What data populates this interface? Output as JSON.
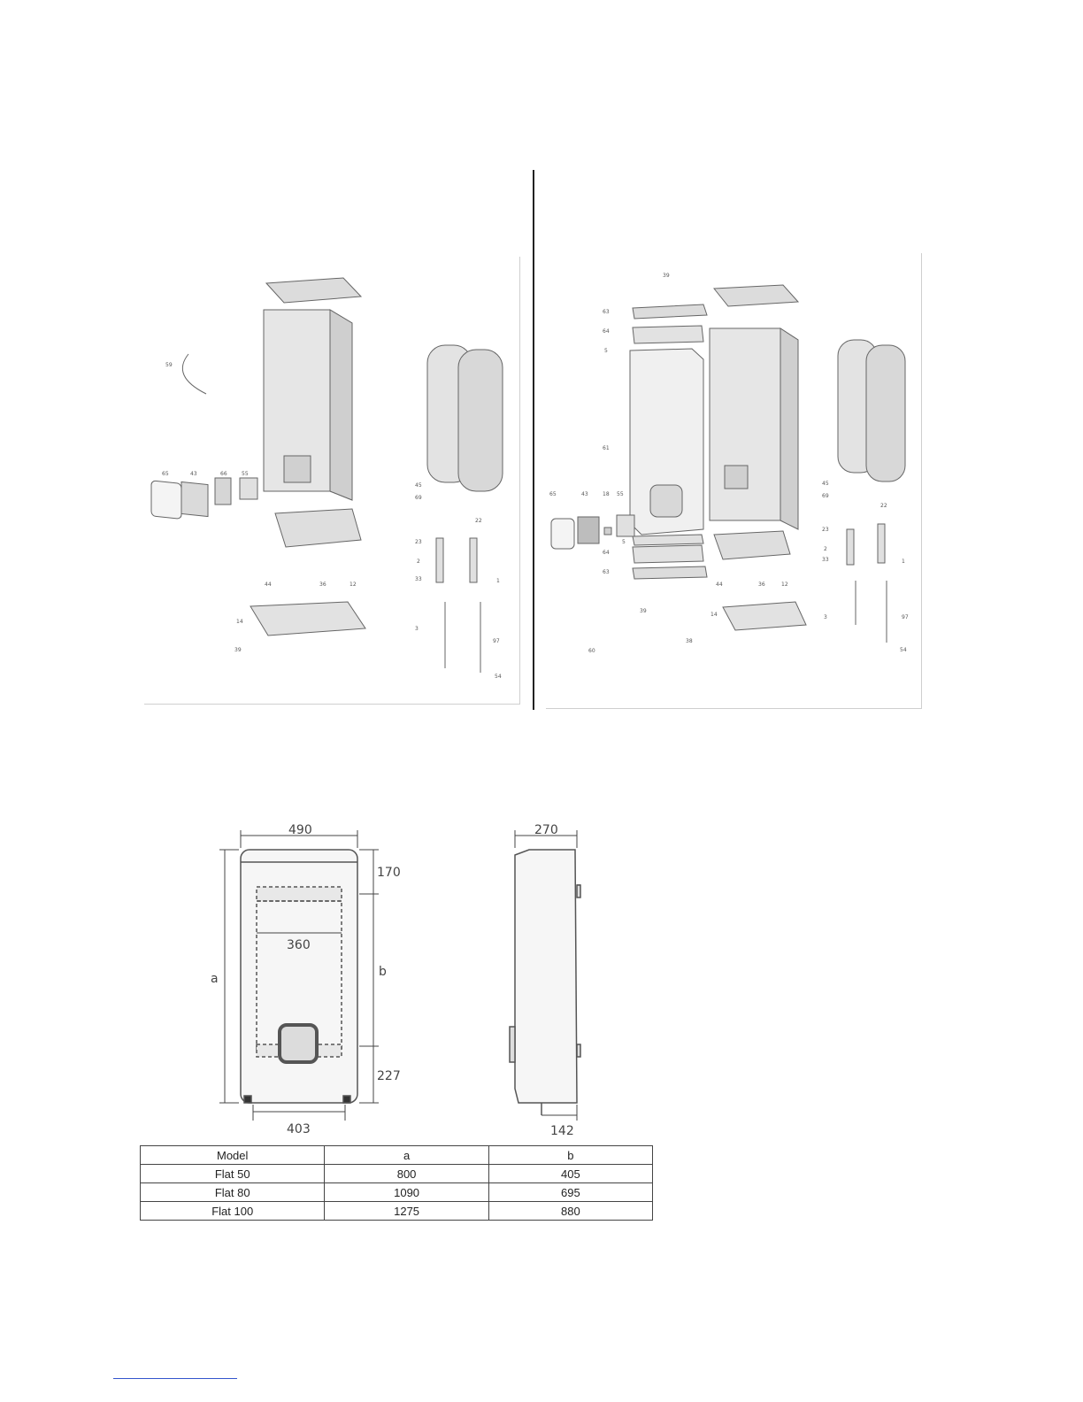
{
  "diagram_left": {
    "callouts": [
      "59",
      "65",
      "43",
      "66",
      "55",
      "45",
      "69",
      "22",
      "23",
      "2",
      "33",
      "1",
      "44",
      "36",
      "12",
      "14",
      "3",
      "97",
      "39",
      "54"
    ]
  },
  "diagram_right": {
    "callouts": [
      "39",
      "63",
      "64",
      "5",
      "61",
      "65",
      "43",
      "18",
      "55",
      "45",
      "69",
      "22",
      "23",
      "2",
      "33",
      "1",
      "5",
      "64",
      "63",
      "44",
      "36",
      "12",
      "39",
      "14",
      "3",
      "97",
      "38",
      "60",
      "54"
    ]
  },
  "dimensions": {
    "width_top": "490",
    "depth_top": "270",
    "top_offset": "170",
    "bracket_width": "360",
    "height_label": "a",
    "bracket_span_label": "b",
    "bottom_offset": "227",
    "base_width": "403",
    "side_bottom": "142"
  },
  "table": {
    "headers": [
      "Model",
      "a",
      "b"
    ],
    "rows": [
      [
        "Flat 50",
        "800",
        "405"
      ],
      [
        "Flat 80",
        "1090",
        "695"
      ],
      [
        "Flat 100",
        "1275",
        "880"
      ]
    ]
  }
}
